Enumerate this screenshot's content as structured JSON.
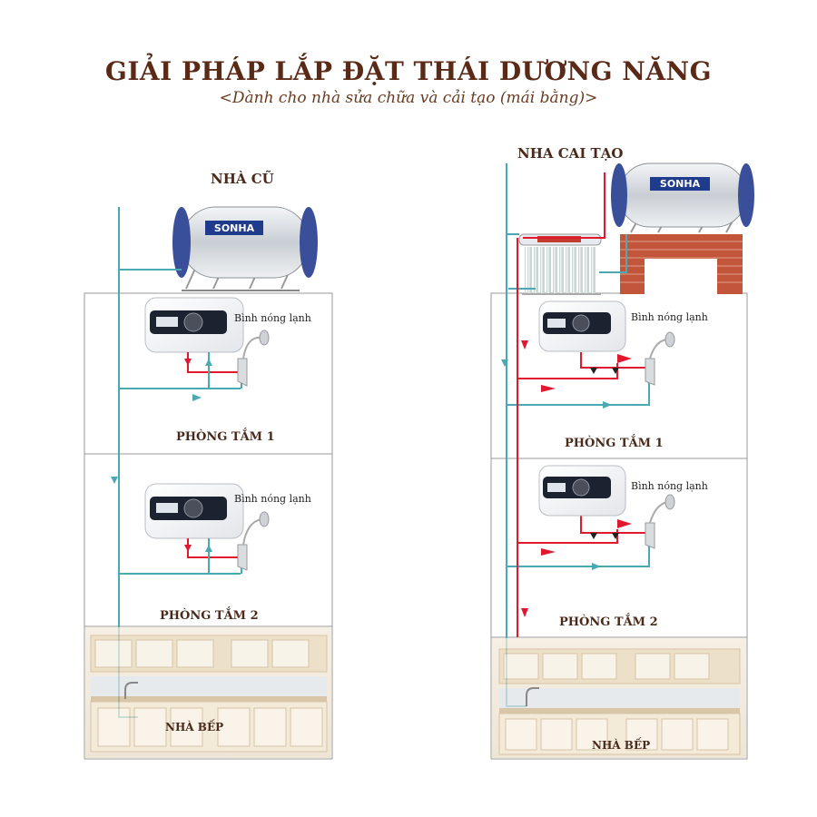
{
  "header": {
    "title": "GIẢI PHÁP LẮP ĐẶT THÁI DƯƠNG NĂNG",
    "subtitle": "<Dành cho nhà sửa chữa và cải tạo (mái bằng)>"
  },
  "left": {
    "house_label": "NHÀ CŨ",
    "tank_brand": "SONHA",
    "rooms": [
      {
        "name": "PHÒNG TẮM 1",
        "heater_label": "Bình nóng lạnh"
      },
      {
        "name": "PHÒNG TẮM 2",
        "heater_label": "Bình nóng lạnh"
      }
    ],
    "kitchen": "NHÀ BẾP"
  },
  "right": {
    "house_label": "NHA CAI TẠO",
    "tank_brand": "SONHA",
    "rooms": [
      {
        "name": "PHÒNG TẮM 1",
        "heater_label": "Bình nóng lạnh"
      },
      {
        "name": "PHÒNG TẮM 2",
        "heater_label": "Bình nóng lạnh"
      }
    ],
    "kitchen": "NHÀ BẾP"
  },
  "colors": {
    "cold_pipe": "#4aa9b3",
    "hot_pipe": "#e0192f",
    "wall_line": "#999999",
    "title": "#5a2a17",
    "brick": "#c2553a",
    "tank_badge": "#1f3b8c"
  }
}
